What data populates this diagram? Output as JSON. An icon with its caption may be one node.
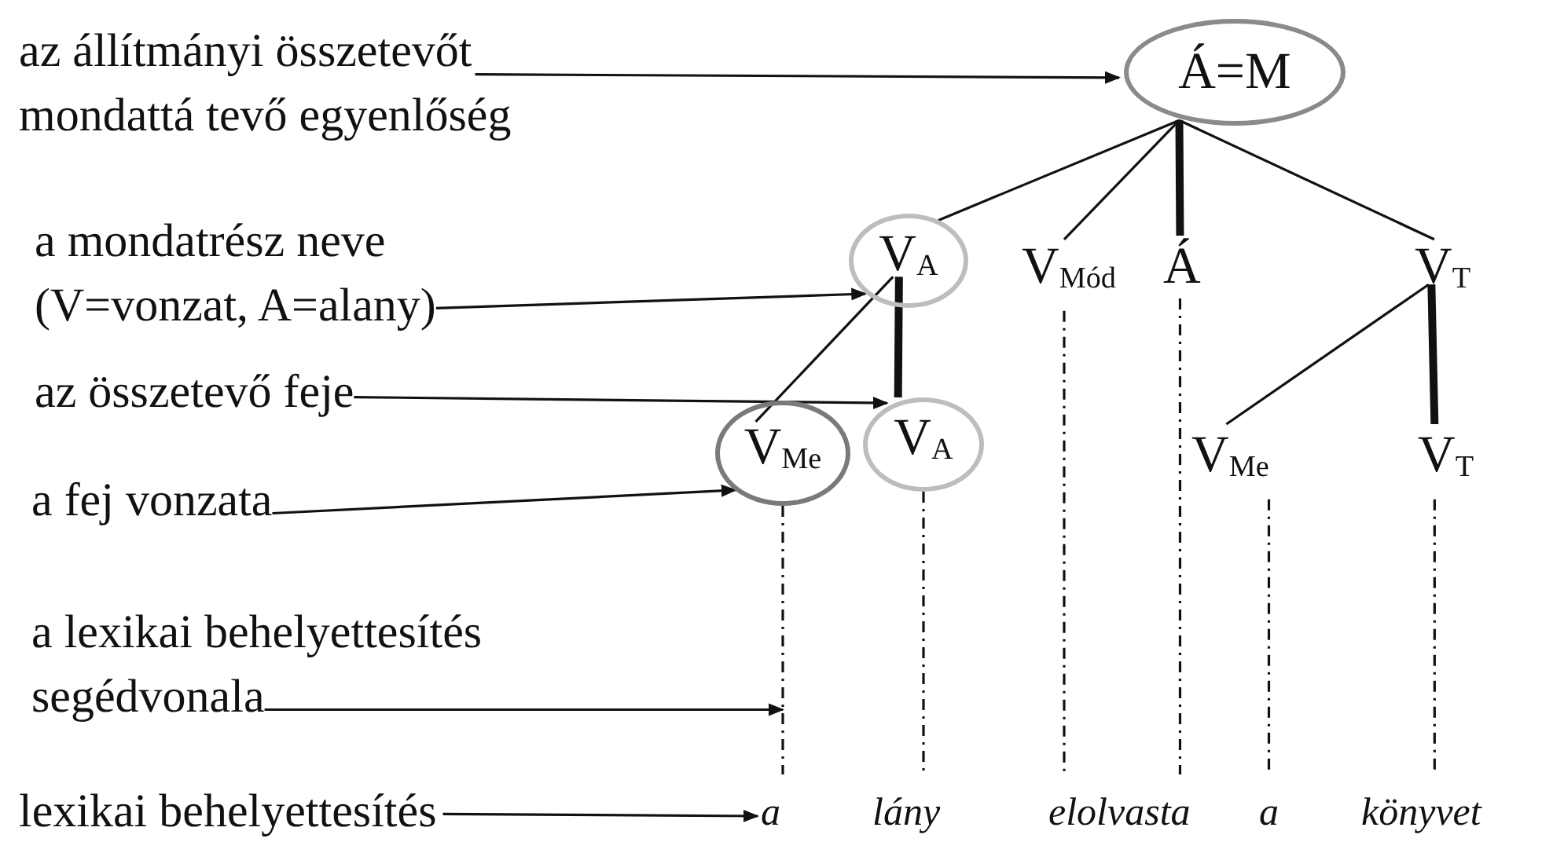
{
  "diagram": {
    "nodes": [
      {
        "text": [
          "az állítmányi összetevőt mondattá tevő egyenlőség"
        ]
      },
      {
        "text": [
          "Á=M"
        ]
      },
      {
        "text": [
          "a mondatrész neve (V=vonzat, A=alany)"
        ]
      },
      {
        "text": [
          "V$_{A}$"
        ]
      },
      {
        "text": [
          "V$_{Mód}$"
        ]
      },
      {
        "text": [
          "Á"
        ]
      },
      {
        "text": [
          "V$_{T}$"
        ]
      },
      {
        "text": [
          "az összetevő feje"
        ]
      },
      {
        "text": [
          "a fej vonzata"
        ]
      },
      {
        "text": [
          "V$_{Me}$"
        ]
      },
      {
        "text": [
          "V$_{A}$"
        ]
      },
      {
        "text": [
          "V$_{Me}$"
        ]
      },
      {
        "text": [
          "V$_{T}$"
        ]
      },
      {
        "text": [
          "a lexikai behelyettesítés segédvonala"
        ]
      },
      {
        "text": [
          "lexikai behelyettesítés"
        ]
      },
      {
        "text": [
          "a"
        ]
      },
      {
        "text": [
          "lány"
        ]
      },
      {
        "text": [
          "elolvasta"
        ]
      },
      {
        "text": [
          "a"
        ]
      },
      {
        "text": [
          "könyvet"
        ]
      }
    ],
    "edges": [
      {
        "from": 0,
        "to": 1,
        "arrow": "to"
      },
      {
        "from": 2,
        "to": 3,
        "arrow": "to"
      },
      {
        "from": 7,
        "to": 10,
        "arrow": "to"
      },
      {
        "from": 8,
        "to": 9,
        "arrow": "to"
      },
      {
        "from": 13,
        "to": null,
        "arrow": "to"
      },
      {
        "from": 14,
        "to": 15,
        "arrow": "to"
      },
      {
        "from": 1,
        "to": 3,
        "arrow": "none"
      },
      {
        "from": 1,
        "to": 4,
        "arrow": "none"
      },
      {
        "from": 1,
        "to": 5,
        "arrow": "none",
        "style": "thick"
      },
      {
        "from": 1,
        "to": 6,
        "arrow": "none"
      },
      {
        "from": 3,
        "to": 9,
        "arrow": "none"
      },
      {
        "from": 3,
        "to": 10,
        "arrow": "none",
        "style": "thick"
      },
      {
        "from": 6,
        "to": 11,
        "arrow": "none"
      },
      {
        "from": 6,
        "to": 12,
        "arrow": "none",
        "style": "thick"
      },
      {
        "from": 9,
        "to": 15,
        "arrow": "none",
        "style": "dashed"
      },
      {
        "from": 10,
        "to": 16,
        "arrow": "none",
        "style": "dashed"
      },
      {
        "from": 4,
        "to": 17,
        "arrow": "none",
        "style": "dashed"
      },
      {
        "from": 5,
        "to": 17,
        "arrow": "none",
        "style": "dashed"
      },
      {
        "from": 11,
        "to": 18,
        "arrow": "none",
        "style": "dashed"
      },
      {
        "from": 12,
        "to": 19,
        "arrow": "none",
        "style": "dashed"
      }
    ]
  }
}
